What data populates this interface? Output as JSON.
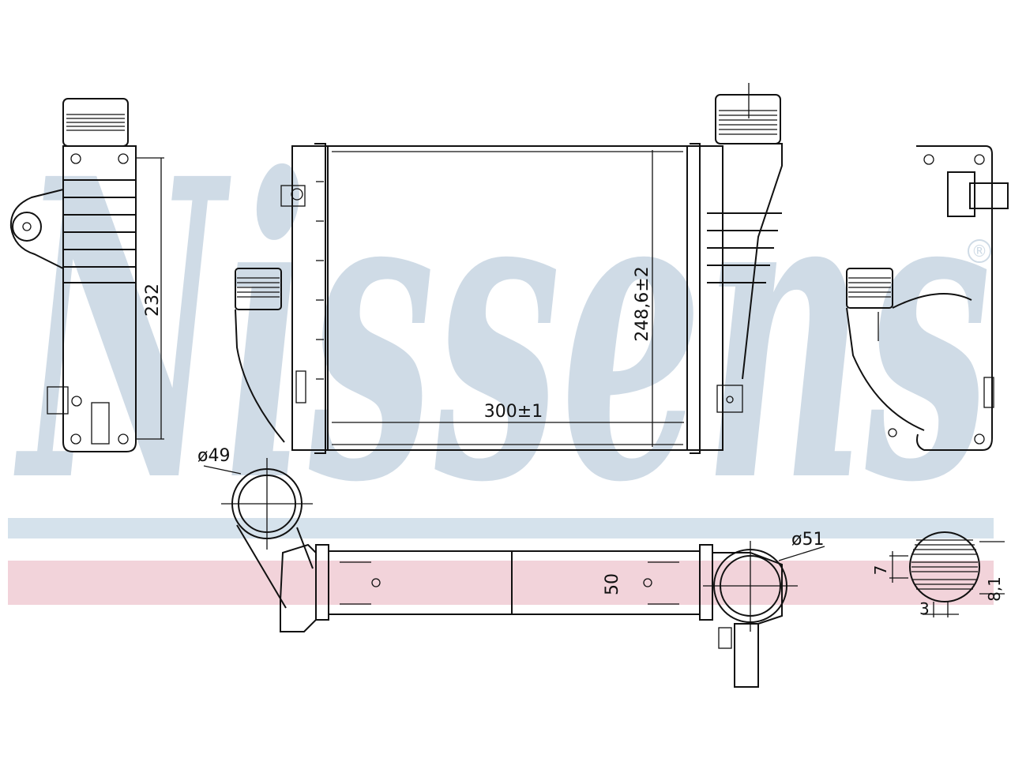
{
  "watermark": {
    "brand": "Nissens",
    "registered_mark": "®",
    "brand_color": "#cfdbe6",
    "stripe_blue": "#d5e2ec",
    "stripe_pink": "#f2d3da"
  },
  "dimensions": {
    "side_height": "232",
    "core_height": "248,6±2",
    "core_width": "300±1",
    "inlet_diameter": "ø49",
    "outlet_diameter": "ø51",
    "tube_height": "50",
    "fin_pitch": "7",
    "tube_thickness": "8,1",
    "fin_depth": "3"
  }
}
